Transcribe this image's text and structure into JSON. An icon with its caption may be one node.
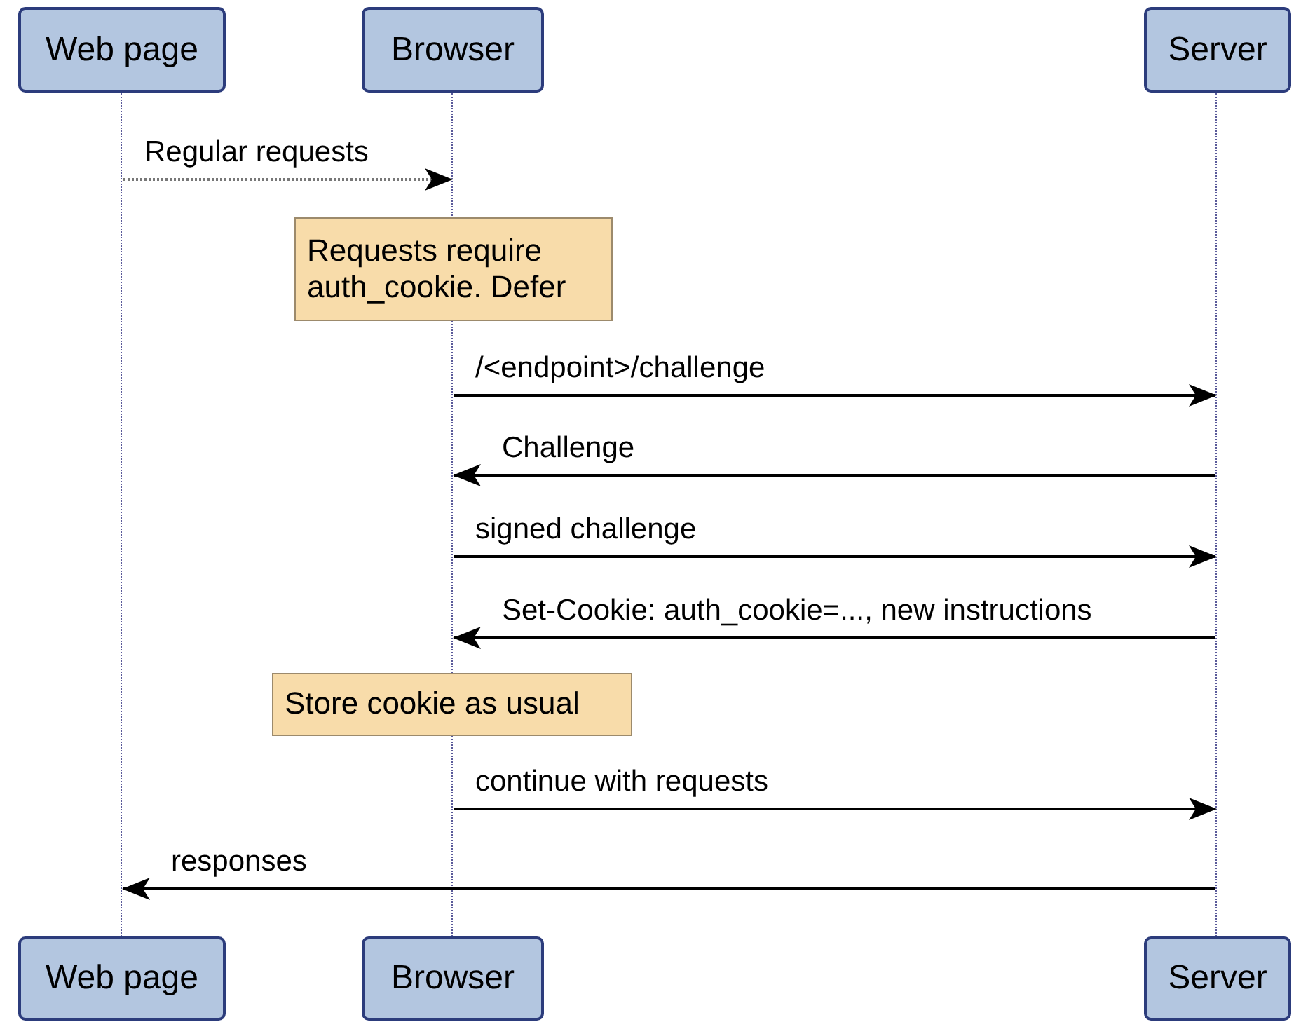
{
  "diagram": {
    "nodes": [
      {
        "text": [
          "Web page"
        ]
      },
      {
        "text": [
          "Browser"
        ]
      },
      {
        "text": [
          "Server"
        ]
      },
      {
        "text": [
          "Web page"
        ]
      },
      {
        "text": [
          "Browser"
        ]
      },
      {
        "text": [
          "Server"
        ]
      },
      {
        "text": [
          "Requests require auth_cookie. Defer"
        ]
      },
      {
        "text": [
          "Store cookie as usual"
        ]
      },
      {
        "text": [],
        "shape": "bar"
      },
      {
        "text": [],
        "shape": "bar"
      },
      {
        "text": [],
        "shape": "bar"
      }
    ],
    "edges": [
      {
        "from": 8,
        "to": 9,
        "arrow": "to",
        "label": "Regular requests",
        "style": "dashed",
        "color": "#777777"
      },
      {
        "from": 9,
        "to": 10,
        "arrow": "to",
        "label": "/<endpoint>/challenge"
      },
      {
        "from": 10,
        "to": 9,
        "arrow": "to",
        "label": "Challenge"
      },
      {
        "from": 9,
        "to": 10,
        "arrow": "to",
        "label": "signed challenge"
      },
      {
        "from": 10,
        "to": 9,
        "arrow": "to",
        "label": "Set-Cookie: auth_cookie=..., new instructions"
      },
      {
        "from": 9,
        "to": 10,
        "arrow": "to",
        "label": "continue with requests"
      },
      {
        "from": 10,
        "to": 8,
        "arrow": "to",
        "label": "responses"
      }
    ]
  }
}
